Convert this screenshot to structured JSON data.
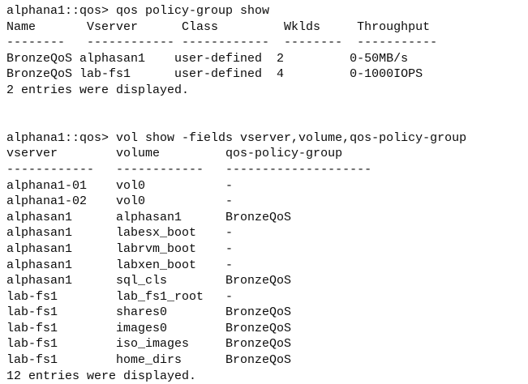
{
  "terminal": {
    "colors": {
      "background": "#ffffff",
      "foreground": "#0b0b0b"
    },
    "prompt": "alphana1::qos>",
    "char_width": 10.1,
    "line_height": 19.6
  },
  "blocks": [
    {
      "id": "qos-policy-group-show",
      "command_line": "alphana1::qos> qos policy-group show",
      "command": "qos policy-group show",
      "table": {
        "columns": [
          {
            "header": "Name",
            "start": 0,
            "rule": "--------"
          },
          {
            "header": "Vserver",
            "start": 10,
            "rule": "------------"
          },
          {
            "header": "Class",
            "start": 23,
            "rule": "------------"
          },
          {
            "header": "Wklds",
            "start": 40,
            "rule": "--------"
          },
          {
            "header": "Throughput",
            "start": 50,
            "rule": "-----------"
          }
        ],
        "header_line": "Name       Vserver      Class         Wklds     Throughput",
        "rule_line": "--------   ------------ ------------  --------  -----------",
        "rows": [
          {
            "line": "BronzeQoS alphasan1    user-defined  2         0-50MB/s",
            "name": "BronzeQoS",
            "vserver": "alphasan1",
            "class": "user-defined",
            "wklds": "2",
            "throughput": "0-50MB/s"
          },
          {
            "line": "BronzeQoS lab-fs1      user-defined  4         0-1000IOPS",
            "name": "BronzeQoS",
            "vserver": "lab-fs1",
            "class": "user-defined",
            "wklds": "4",
            "throughput": "0-1000IOPS"
          }
        ]
      },
      "summary": "2 entries were displayed.",
      "entry_count": 2
    },
    {
      "id": "vol-show-fields",
      "command_line": "alphana1::qos> vol show -fields vserver,volume,qos-policy-group",
      "command": "vol show -fields vserver,volume,qos-policy-group",
      "table": {
        "columns": [
          {
            "header": "vserver",
            "start": 0,
            "rule": "------------"
          },
          {
            "header": "volume",
            "start": 15,
            "rule": "------------"
          },
          {
            "header": "qos-policy-group",
            "start": 30,
            "rule": "--------------------"
          }
        ],
        "header_line": "vserver        volume         qos-policy-group",
        "rule_line": "------------   ------------   --------------------",
        "rows": [
          {
            "line": "alphana1-01    vol0           -",
            "vserver": "alphana1-01",
            "volume": "vol0",
            "qos_policy_group": "-"
          },
          {
            "line": "alphana1-02    vol0           -",
            "vserver": "alphana1-02",
            "volume": "vol0",
            "qos_policy_group": "-"
          },
          {
            "line": "alphasan1      alphasan1      BronzeQoS",
            "vserver": "alphasan1",
            "volume": "alphasan1",
            "qos_policy_group": "BronzeQoS"
          },
          {
            "line": "alphasan1      labesx_boot    -",
            "vserver": "alphasan1",
            "volume": "labesx_boot",
            "qos_policy_group": "-"
          },
          {
            "line": "alphasan1      labrvm_boot    -",
            "vserver": "alphasan1",
            "volume": "labrvm_boot",
            "qos_policy_group": "-"
          },
          {
            "line": "alphasan1      labxen_boot    -",
            "vserver": "alphasan1",
            "volume": "labxen_boot",
            "qos_policy_group": "-"
          },
          {
            "line": "alphasan1      sql_cls        BronzeQoS",
            "vserver": "alphasan1",
            "volume": "sql_cls",
            "qos_policy_group": "BronzeQoS"
          },
          {
            "line": "lab-fs1        lab_fs1_root   -",
            "vserver": "lab-fs1",
            "volume": "lab_fs1_root",
            "qos_policy_group": "-"
          },
          {
            "line": "lab-fs1        shares0        BronzeQoS",
            "vserver": "lab-fs1",
            "volume": "shares0",
            "qos_policy_group": "BronzeQoS"
          },
          {
            "line": "lab-fs1        images0        BronzeQoS",
            "vserver": "lab-fs1",
            "volume": "images0",
            "qos_policy_group": "BronzeQoS"
          },
          {
            "line": "lab-fs1        iso_images     BronzeQoS",
            "vserver": "lab-fs1",
            "volume": "iso_images",
            "qos_policy_group": "BronzeQoS"
          },
          {
            "line": "lab-fs1        home_dirs      BronzeQoS",
            "vserver": "lab-fs1",
            "volume": "home_dirs",
            "qos_policy_group": "BronzeQoS"
          }
        ]
      },
      "summary": "12 entries were displayed.",
      "entry_count": 12
    }
  ]
}
